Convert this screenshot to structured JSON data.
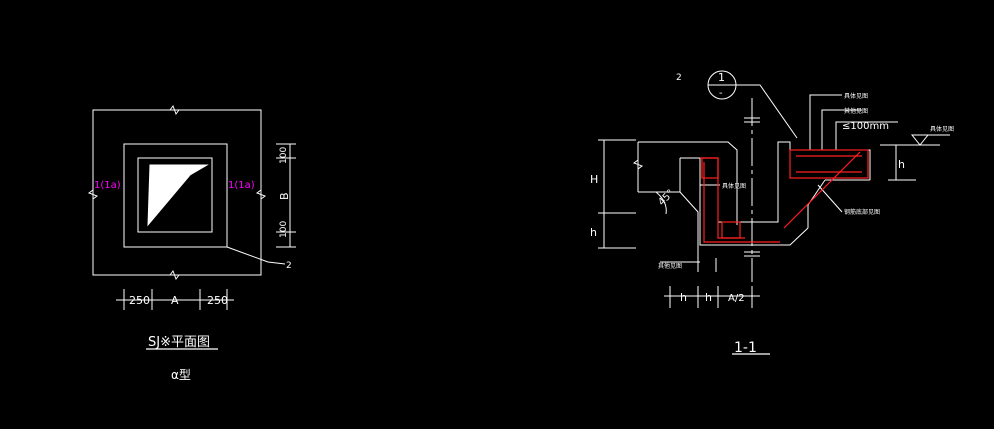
{
  "colors": {
    "background": "#000000",
    "line": "#ffffff",
    "red": "#ff2020",
    "magenta": "#ff00ff"
  },
  "plan": {
    "label_left": "1(1a)",
    "label_right": "1(1a)",
    "dim_bottom": [
      "250",
      "A",
      "250"
    ],
    "dim_right": [
      "100",
      "B",
      "100"
    ],
    "callout": "2",
    "title": "SJ※平面图",
    "subtitle": "α型"
  },
  "section": {
    "label_top_left": "2",
    "circle_top": "1",
    "circle_bottom": "-",
    "dim_left": [
      "H",
      "h"
    ],
    "angle": "45°",
    "note_top_1": "具体见图",
    "note_top_2": "其他见图",
    "note_top_3": "≤100mm",
    "note_right": "具体见图",
    "level_label": "h",
    "note_left_mid": "具体见图",
    "note_bottom_left": "其他见图",
    "note_right_mid": "钢筋底部见图",
    "dim_bottom": [
      "h",
      "h",
      "A/2"
    ],
    "title": "1-1"
  }
}
